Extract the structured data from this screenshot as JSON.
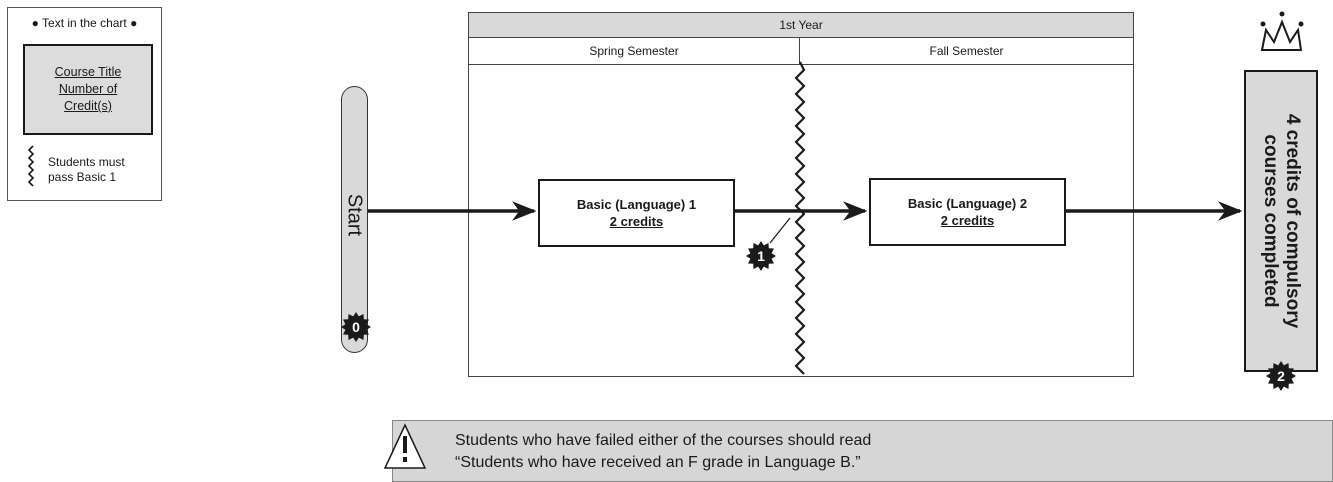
{
  "legend": {
    "title": "● Text in the chart ●",
    "box_line1": "Course Title",
    "box_line2": "Number of",
    "box_line3": "Credit(s)",
    "note_line1": "Students must",
    "note_line2": "pass Basic 1"
  },
  "timeline": {
    "year": "1st Year",
    "semester_spring": "Spring Semester",
    "semester_fall": "Fall Semester"
  },
  "start": {
    "label": "Start",
    "badge": "0"
  },
  "courses": [
    {
      "title": "Basic (Language) 1",
      "credits": "2 credits"
    },
    {
      "title": "Basic (Language) 2",
      "credits": "2 credits"
    }
  ],
  "checkpoint_badge": "1",
  "completion": {
    "line1": "4 credits of compulsory",
    "line2": "courses completed",
    "badge": "2"
  },
  "notice": {
    "line1": "Students who have failed either of the courses should read",
    "line2": "“Students who have received an F grade in Language B.”"
  },
  "icons": [
    "warning-icon",
    "crown-icon",
    "wavy-line-icon",
    "arrow-right-icon",
    "burst-badge-icon"
  ]
}
